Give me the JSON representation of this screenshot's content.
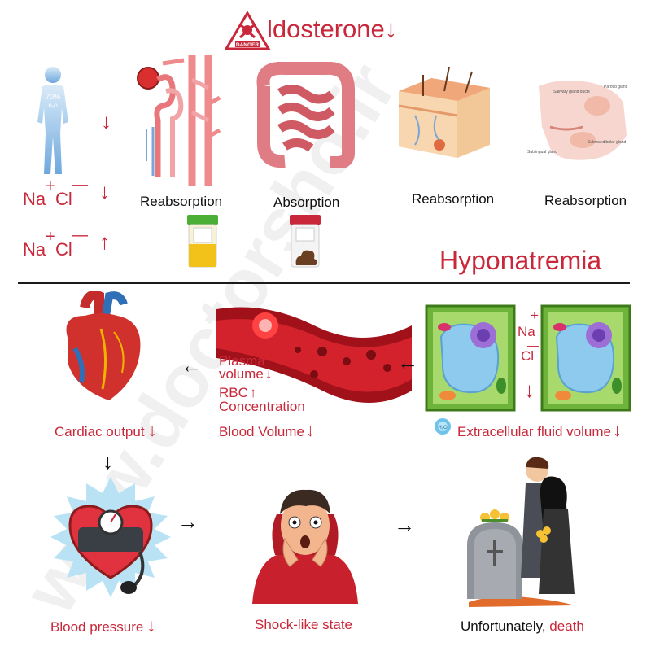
{
  "title": {
    "text": "ldosterone",
    "danger_text": "DANGER",
    "down_arrow": "↓"
  },
  "watermark": "www.doctorsho.ir",
  "body_water": {
    "percent": "70%",
    "label": "H₂O"
  },
  "ions": {
    "na": "Na",
    "cl": "Cl",
    "plus": "+",
    "minus": "—"
  },
  "arrows": {
    "down": "↓",
    "up": "↑",
    "left": "←",
    "right": "→",
    "down_black": "↓"
  },
  "organs": {
    "kidney": "Reabsorption",
    "intestine": "Absorption",
    "skin": "Reabsorption",
    "salivary": "Reabsorption"
  },
  "salivary_labels": {
    "parotid": "Parotid gland",
    "sub": "Sublingual gland",
    "submand": "Submandibular gland",
    "salivary": "Salivary gland ducts"
  },
  "hyponatremia": "Hyponatremia",
  "cardiac_output": "Cardiac output",
  "plasma_volume": [
    "Plasma",
    "volume"
  ],
  "rbc": "RBC",
  "concentration": "Concentration",
  "blood_volume": "Blood Volume",
  "cells_ions": {
    "na": "Na",
    "cl": "Cl",
    "plus": "+",
    "minus": "—"
  },
  "ecf": {
    "h2o": "H₂O",
    "label": "Extracellular fluid volume"
  },
  "blood_pressure": "Blood pressure",
  "shock": "Shock-like state",
  "outcome": {
    "prefix": "Unfortunately, ",
    "death": "death"
  },
  "colors": {
    "accent": "#c8283a",
    "line": "#1a1a1a"
  }
}
